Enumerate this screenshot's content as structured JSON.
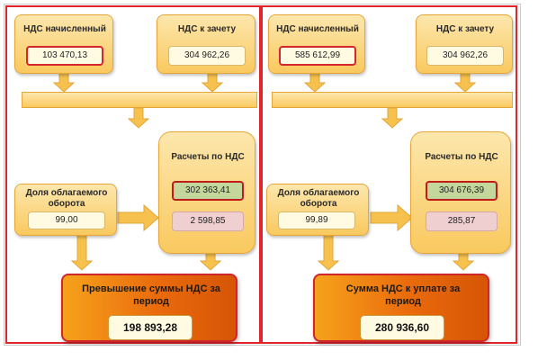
{
  "left": {
    "vat_accrued": {
      "label": "НДС начисленный",
      "value": "103 470,13"
    },
    "vat_offset": {
      "label": "НДС к зачету",
      "value": "304 962,26"
    },
    "taxable_share": {
      "label": "Доля облагаемого оборота",
      "value": "99,00"
    },
    "vat_settlements": {
      "label": "Расчеты по НДС",
      "value_main": "302 363,41",
      "value_secondary": "2 598,85"
    },
    "result": {
      "label": "Превышение суммы НДС за период",
      "value": "198 893,28"
    }
  },
  "right": {
    "vat_accrued": {
      "label": "НДС начисленный",
      "value": "585 612,99"
    },
    "vat_offset": {
      "label": "НДС к зачету",
      "value": "304 962,26"
    },
    "taxable_share": {
      "label": "Доля облагаемого оборота",
      "value": "99,89"
    },
    "vat_settlements": {
      "label": "Расчеты по НДС",
      "value_main": "304 676,39",
      "value_secondary": "285,87"
    },
    "result": {
      "label": "Сумма НДС к уплате за период",
      "value": "280 936,60"
    }
  },
  "colors": {
    "panel_border": "#e0262b",
    "box_fill": "#f9c95f",
    "result_fill": "#ea6a0c",
    "arrow": "#f7c14e"
  }
}
